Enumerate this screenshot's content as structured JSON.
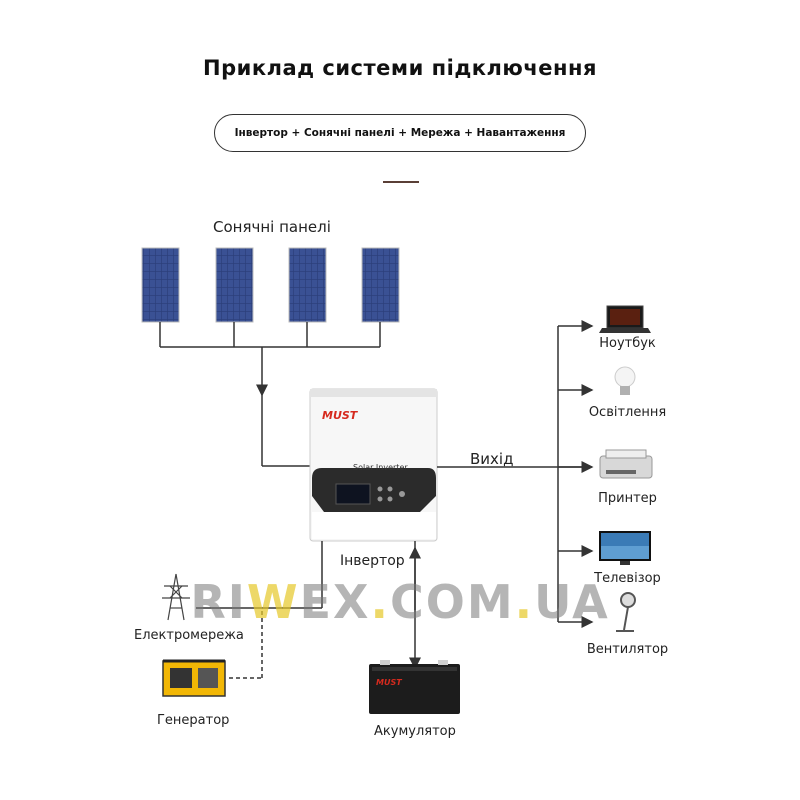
{
  "title": "Приклад системи підключення",
  "subtitle": "Інвертор + Сонячні панелі + Мережа + Навантаження",
  "labels": {
    "solar_panels": "Сонячні панелі",
    "output": "Вихід",
    "inverter": "Інвертор",
    "grid": "Електромережа",
    "generator": "Генератор",
    "battery": "Акумулятор"
  },
  "loads": [
    "Ноутбук",
    "Освітлення",
    "Принтер",
    "Телевізор",
    "Вентилятор"
  ],
  "inverter_device": {
    "brand": "MUST",
    "model_text": "Solar Inverter"
  },
  "battery_device": {
    "brand": "MUST"
  },
  "watermark": {
    "part1": "RI",
    "part2": "W",
    "part3": "EX",
    "part4": ".",
    "part5": "COM",
    "part6": ".",
    "part7": "UA"
  },
  "colors": {
    "line": "#333333",
    "brand_red": "#d62a1e",
    "panel_blue": "#2b3f7a"
  }
}
